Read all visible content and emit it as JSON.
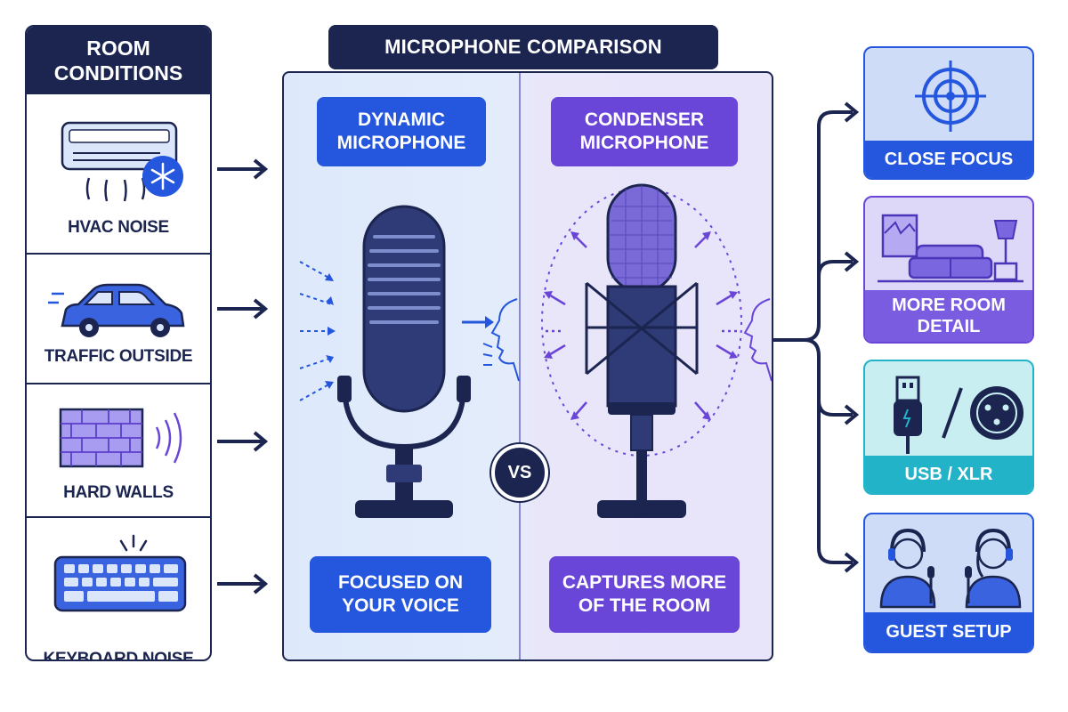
{
  "title": "MICROPHONE COMPARISON",
  "left": {
    "header": "ROOM\nCONDITIONS",
    "items": [
      {
        "label": "HVAC NOISE",
        "icon": "air-conditioner-icon"
      },
      {
        "label": "TRAFFIC OUTSIDE",
        "icon": "car-icon"
      },
      {
        "label": "HARD WALLS",
        "icon": "brick-wall-icon"
      },
      {
        "label": "KEYBOARD NOISE",
        "icon": "keyboard-icon"
      }
    ]
  },
  "center": {
    "dynamic_title": "DYNAMIC\nMICROPHONE",
    "condenser_title": "CONDENSER\nMICROPHONE",
    "dynamic_caption": "FOCUSED ON\nYOUR VOICE",
    "condenser_caption": "CAPTURES MORE\nOF THE ROOM",
    "vs": "VS"
  },
  "right": {
    "items": [
      {
        "label": "CLOSE FOCUS",
        "icon": "target-icon"
      },
      {
        "label": "MORE ROOM\nDETAIL",
        "icon": "living-room-icon"
      },
      {
        "label": "USB / XLR",
        "icon": "usb-xlr-connector-icon"
      },
      {
        "label": "GUEST SETUP",
        "icon": "podcast-guests-icon"
      }
    ]
  },
  "colors": {
    "navy": "#1b2550",
    "blue": "#2456de",
    "purple": "#6a46d8",
    "teal": "#22b3c9",
    "light_blue": "#dde9fb",
    "light_purple": "#e8e4fa"
  }
}
